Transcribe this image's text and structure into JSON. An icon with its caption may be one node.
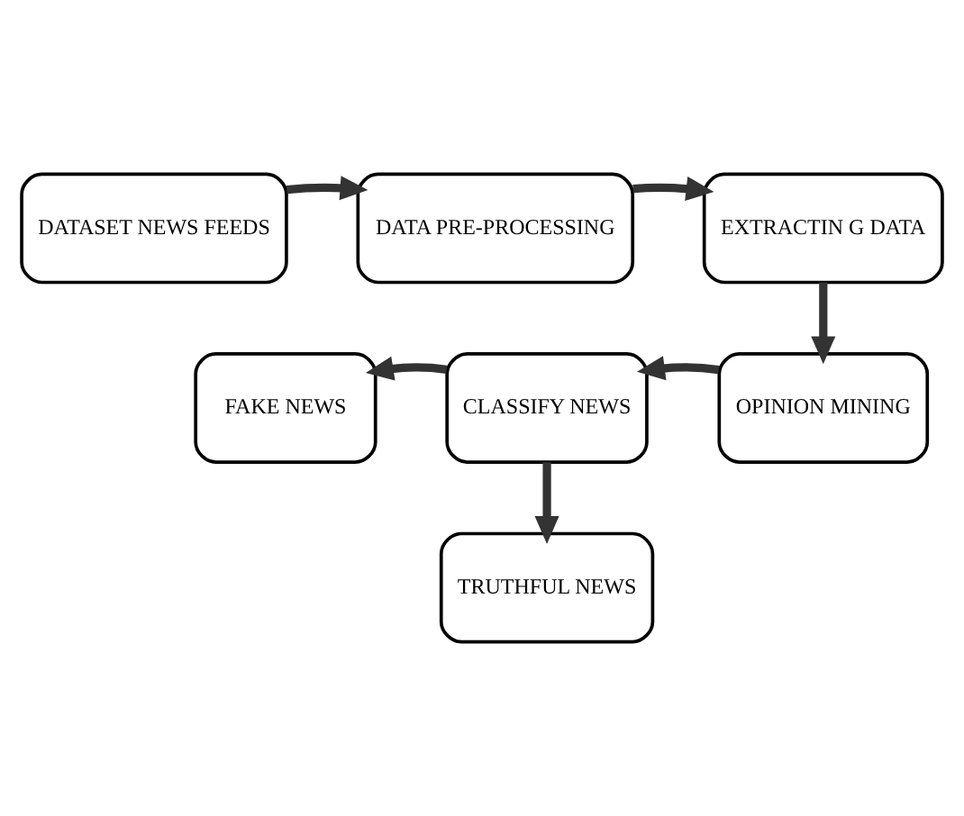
{
  "diagram": {
    "nodes": [
      {
        "text": [
          "DATASET NEWS FEEDS"
        ]
      },
      {
        "text": [
          "DATA PRE-PROCESSING"
        ]
      },
      {
        "text": [
          "EXTRACTIN G DATA"
        ]
      },
      {
        "text": [
          "OPINION MINING"
        ]
      },
      {
        "text": [
          "CLASSIFY NEWS"
        ]
      },
      {
        "text": [
          "FAKE NEWS"
        ]
      },
      {
        "text": [
          "TRUTHFUL NEWS"
        ]
      }
    ],
    "edges": [
      {
        "from": 0,
        "to": 1,
        "arrow": "to"
      },
      {
        "from": 1,
        "to": 2,
        "arrow": "to"
      },
      {
        "from": 2,
        "to": 3,
        "arrow": "to"
      },
      {
        "from": 3,
        "to": 4,
        "arrow": "to"
      },
      {
        "from": 4,
        "to": 5,
        "arrow": "to"
      },
      {
        "from": 4,
        "to": 6,
        "arrow": "to"
      }
    ]
  }
}
